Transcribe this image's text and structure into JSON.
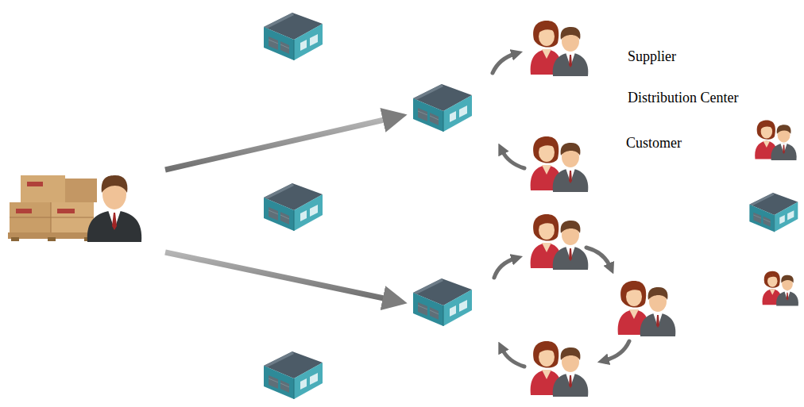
{
  "diagram": {
    "legend": [
      {
        "text": "Supplier"
      },
      {
        "text": "Distribution Center"
      },
      {
        "text": "Customer"
      }
    ]
  }
}
